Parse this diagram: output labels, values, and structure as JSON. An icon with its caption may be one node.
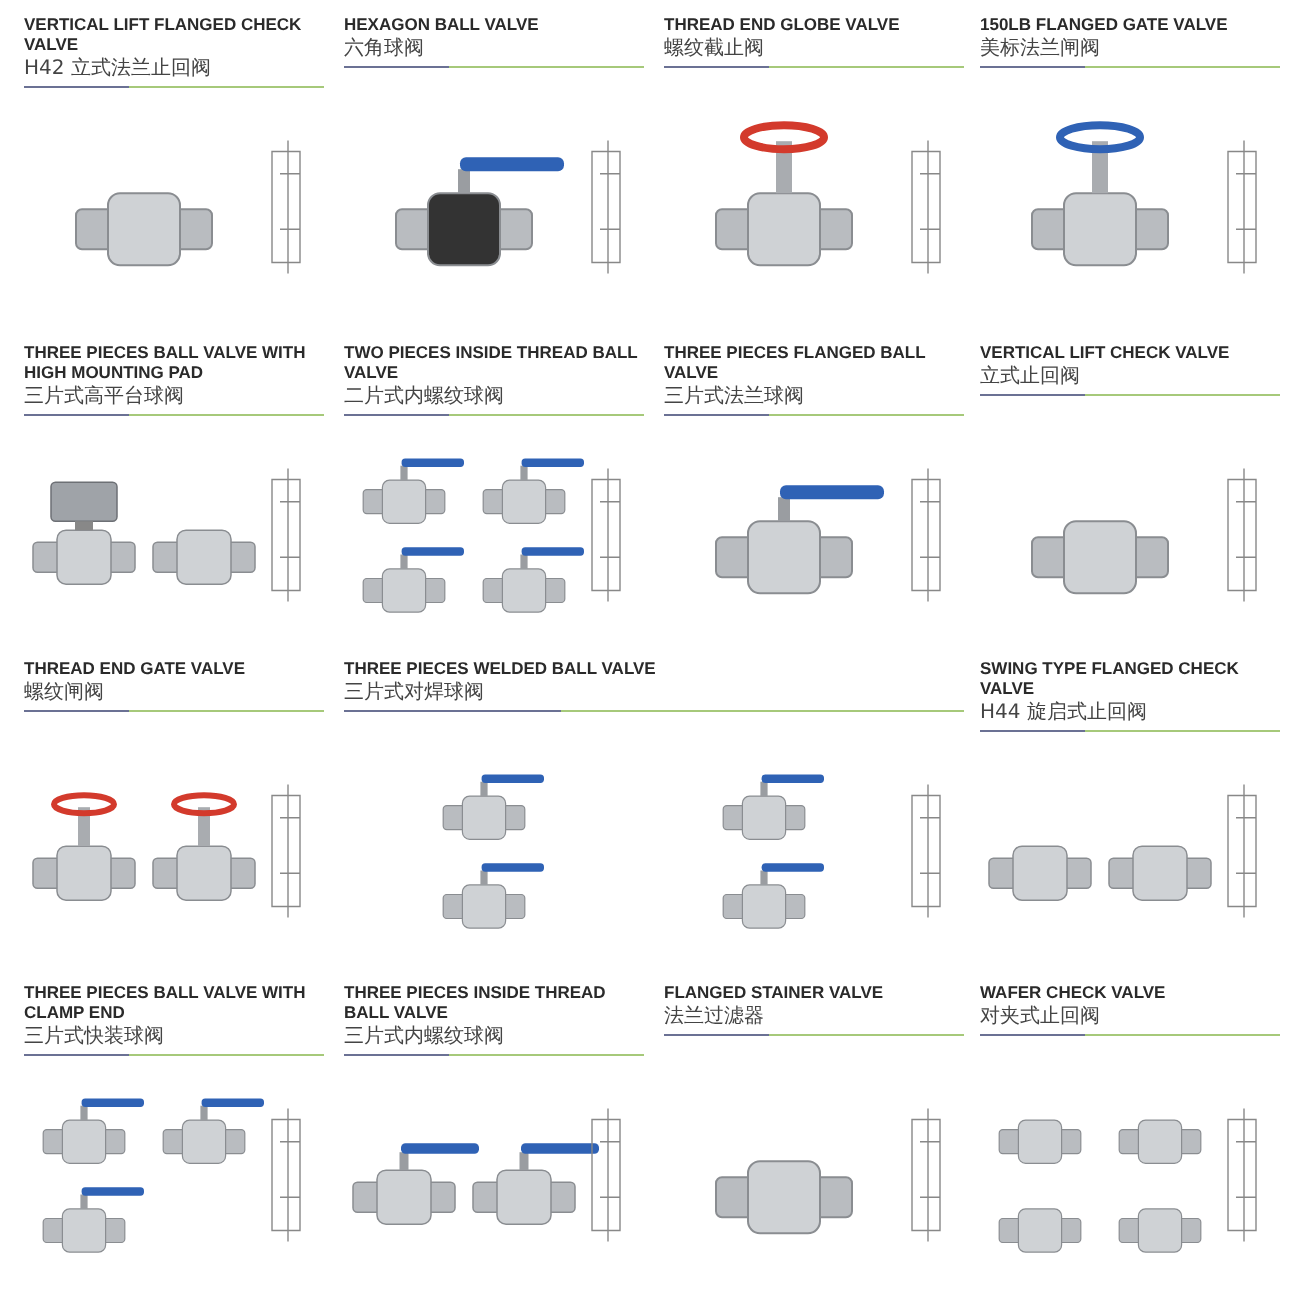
{
  "diagram": {
    "nodes": [
      {
        "text": [
          "VERTICAL LIFT FLANGED CHECK VALVE",
          "H42 立式法兰止回阀"
        ]
      },
      {
        "text": [
          "HEXAGON BALL VALVE",
          "六角球阀"
        ]
      },
      {
        "text": [
          "THREAD END GLOBE VALVE",
          "螺纹截止阀"
        ]
      },
      {
        "text": [
          "150LB FLANGED GATE VALVE",
          "美标法兰闸阀"
        ]
      },
      {
        "text": [
          "THREE PIECES BALL VALVE WITH HIGH MOUNTING PAD",
          "三片式高平台球阀"
        ]
      },
      {
        "text": [
          "TWO PIECES INSIDE THREAD BALL VALVE",
          "二片式内螺纹球阀"
        ]
      },
      {
        "text": [
          "THREE PIECES FLANGED BALL VALVE",
          "三片式法兰球阀"
        ]
      },
      {
        "text": [
          "VERTICAL LIFT CHECK VALVE",
          "立式止回阀"
        ]
      },
      {
        "text": [
          "THREAD END GATE VALVE",
          "螺纹闸阀"
        ]
      },
      {
        "text": [
          "THREE PIECES WELDED BALL VALVE",
          "三片式对焊球阀"
        ]
      },
      {
        "text": [
          "SWING TYPE FLANGED CHECK VALVE",
          "H44 旋启式止回阀"
        ]
      },
      {
        "text": [
          "THREE PIECES BALL VALVE WITH CLAMP END",
          "三片式快装球阀"
        ]
      },
      {
        "text": [
          "THREE PIECES INSIDE THREAD BALL VALVE",
          "三片式内螺纹球阀"
        ]
      },
      {
        "text": [
          "FLANGED STAINER VALVE",
          "法兰过滤器"
        ]
      },
      {
        "text": [
          "WAFER CHECK VALVE",
          "对夹式止回阀"
        ]
      }
    ]
  }
}
